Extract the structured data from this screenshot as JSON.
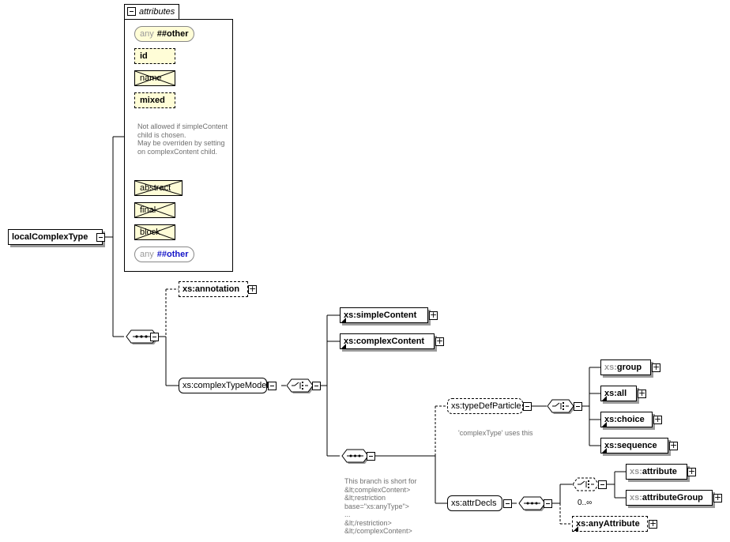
{
  "root": {
    "label": "localComplexType"
  },
  "attributes": {
    "title": "attributes",
    "any_other_top": {
      "any": "any",
      "other": "##other"
    },
    "id": "id",
    "name": "name",
    "mixed": "mixed",
    "note": "Not allowed if simpleContent child is chosen.\n       May be overriden by setting on complexContent child.",
    "abstract": "abstract",
    "final": "final",
    "block": "block",
    "any_other_bottom": {
      "any": "any",
      "other": "##other"
    }
  },
  "annotation": {
    "prefix": "xs:",
    "name": "annotation"
  },
  "complexTypeModel": {
    "label": "xs:complexTypeModel"
  },
  "simpleContent": {
    "prefix": "xs:",
    "name": "simpleContent"
  },
  "complexContent": {
    "prefix": "xs:",
    "name": "complexContent"
  },
  "typeDefParticle": {
    "label": "xs:typeDefParticle",
    "note": "'complexType' uses this"
  },
  "branch_note": "This branch is short for\n&lt;complexContent>\n&lt;restriction\nbase=\"xs:anyType\">\n...\n&lt;/restriction>\n&lt;/complexContent>",
  "group": {
    "prefix": "xs:",
    "name": "group"
  },
  "all": {
    "prefix": "xs:",
    "name": "all"
  },
  "choice": {
    "prefix": "xs:",
    "name": "choice"
  },
  "sequence": {
    "prefix": "xs:",
    "name": "sequence"
  },
  "attrDecls": {
    "label": "xs:attrDecls"
  },
  "attribute": {
    "prefix": "xs:",
    "name": "attribute"
  },
  "attributeGroup": {
    "prefix": "xs:",
    "name": "attributeGroup"
  },
  "anyAttribute": {
    "prefix": "xs:",
    "name": "anyAttribute"
  },
  "choice_repeat": "0..∞"
}
